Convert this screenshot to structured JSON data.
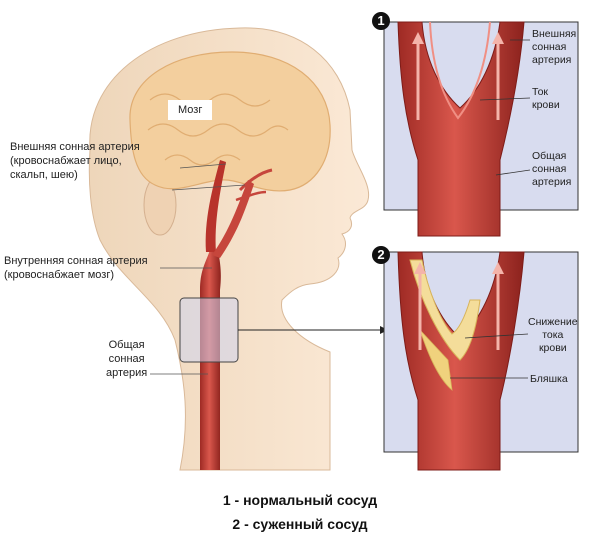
{
  "labels": {
    "brain": "Мозг",
    "external_artery_line1": "Внешняя сонная артерия",
    "external_artery_line2": "(кровоснабжает лицо,",
    "external_artery_line3": "скальп, шею)",
    "internal_artery_line1": "Внутренняя сонная артерия",
    "internal_artery_line2": "(кровоснабжает мозг)",
    "common_artery_line1": "Общая",
    "common_artery_line2": "сонная",
    "common_artery_line3": "артерия"
  },
  "panel1": {
    "number": "1",
    "external_line1": "Внешняя",
    "external_line2": "сонная",
    "external_line3": "артерия",
    "flow_line1": "Ток",
    "flow_line2": "крови",
    "common_line1": "Общая",
    "common_line2": "сонная",
    "common_line3": "артерия"
  },
  "panel2": {
    "number": "2",
    "reduced_line1": "Снижение",
    "reduced_line2": "тока",
    "reduced_line3": "крови",
    "plaque": "Бляшка"
  },
  "caption": {
    "line1": "1 - нормальный сосуд",
    "line2": "2 - суженный сосуд"
  },
  "colors": {
    "skin": "#f6e3cc",
    "brain": "#f3cf9e",
    "artery": "#c0382f",
    "plaque": "#f4dd9a",
    "panel_bg": "#d8dcef"
  }
}
